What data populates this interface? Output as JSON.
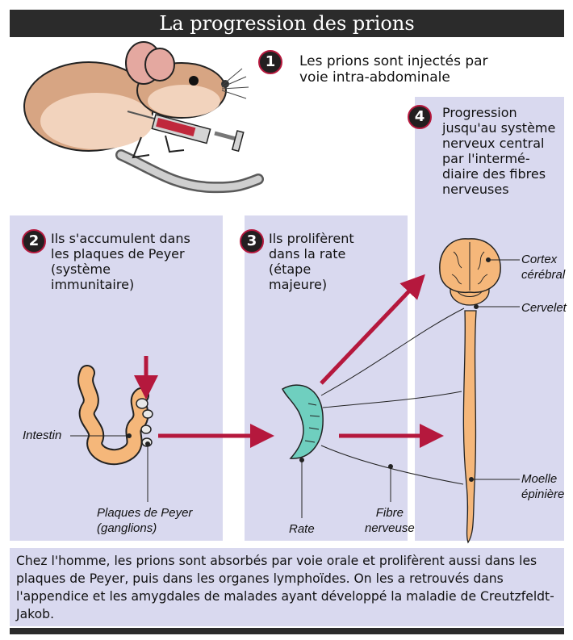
{
  "title": "La progression des prions",
  "steps": [
    {
      "number": "1",
      "text": "Les prions sont injectés par\nvoie intra-abdominale"
    },
    {
      "number": "2",
      "text": "Ils s'accumulent dans\nles plaques de Peyer\n(système\nimmunitaire)"
    },
    {
      "number": "3",
      "text": "Ils prolifèrent\ndans la rate\n(étape\nmajeure)"
    },
    {
      "number": "4",
      "text": "Progression\njusqu'au système\nnerveux central\npar l'intermé-\ndiaire des fibres\nnerveuses"
    }
  ],
  "labels": {
    "intestin": "Intestin",
    "plaques": "Plaques de Peyer\n(ganglions)",
    "rate": "Rate",
    "fibre": "Fibre\nnerveuse",
    "cortex": "Cortex\ncérébral",
    "cervelet": "Cervelet",
    "moelle": "Moelle\népinière"
  },
  "footer": "Chez l'homme,  les prions sont absorbés par voie orale et prolifèrent aussi dans les plaques de Peyer, puis dans les organes lymphoïdes. On les a retrouvés dans l'appendice et les amygdales de malades ayant développé la maladie de Creutzfeldt-Jakob.",
  "colors": {
    "arrow": "#b5183d",
    "panel": "#d9d9ef",
    "organ": "#f5b77a",
    "spleen": "#6fcfbf"
  }
}
